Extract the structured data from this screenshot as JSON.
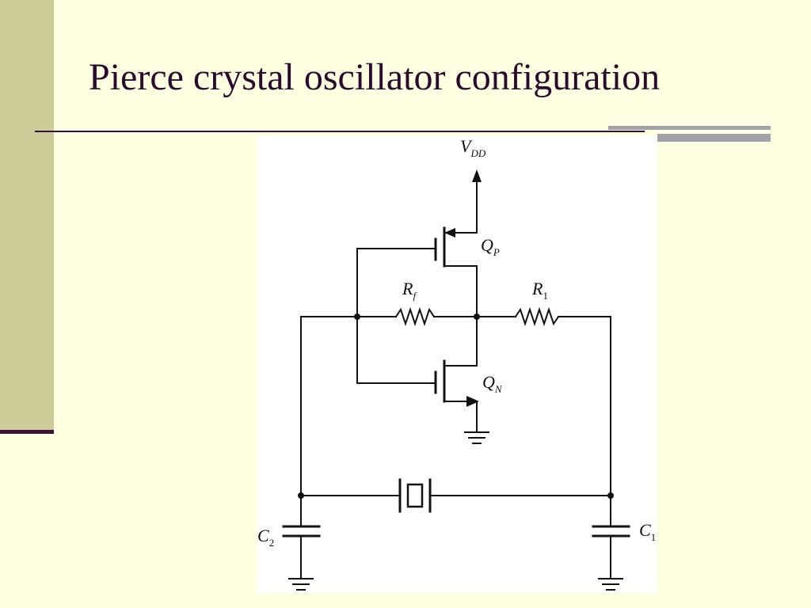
{
  "slide": {
    "title": "Pierce crystal oscillator configuration"
  },
  "diagram": {
    "labels": {
      "vdd_main": "V",
      "vdd_sub": "DD",
      "qp_main": "Q",
      "qp_sub": "P",
      "qn_main": "Q",
      "qn_sub": "N",
      "rf_main": "R",
      "rf_sub": "f",
      "r1_main": "R",
      "r1_sub": "1",
      "c2_main": "C",
      "c2_sub": "2",
      "c1_main": "C",
      "c1_sub": "1"
    }
  },
  "colors": {
    "background": "#FFFFE1",
    "left_bar": "#CCCC99",
    "accent": "#400F3A",
    "title_text": "#2B0A2E",
    "gray_rule": "#A2A2AA"
  }
}
